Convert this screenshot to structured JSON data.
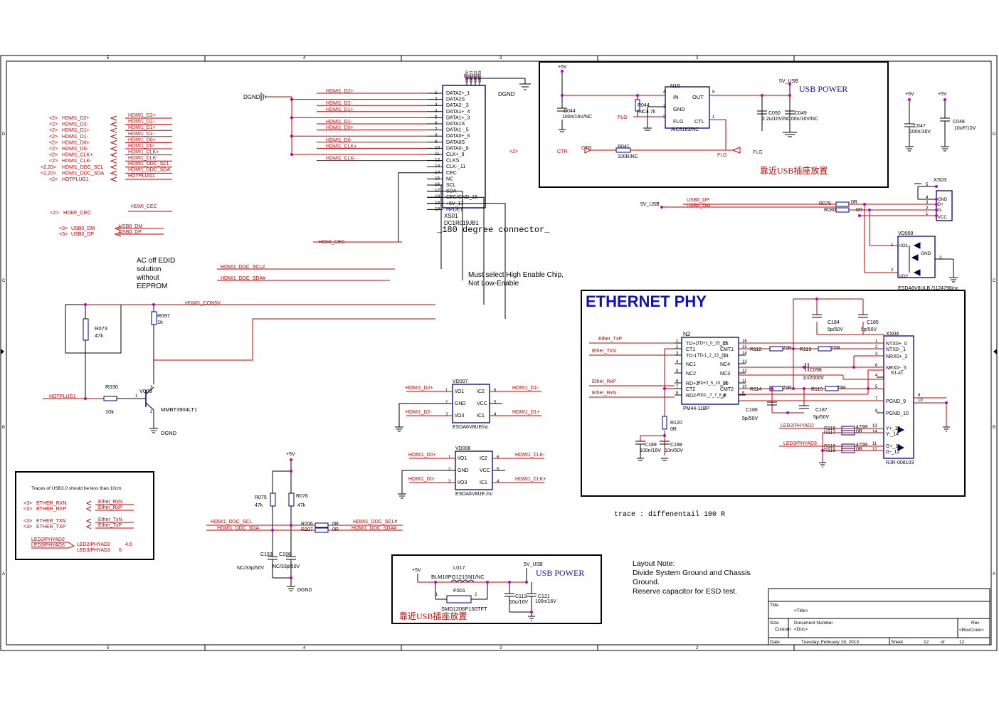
{
  "frame": {
    "col_numbers": [
      "5",
      "4",
      "3",
      "2"
    ],
    "row_letters": [
      "D",
      "C",
      "B",
      "A"
    ]
  },
  "colors": {
    "wire": "#c00000",
    "body": "#000080",
    "pin": "#000000",
    "junction": "#c000c0",
    "power": "#c000c0",
    "note": "#000000",
    "blue_title": "#1010c0"
  },
  "hdmi": {
    "connector_ref": "XS01",
    "connector_part": "DC1R019JB1",
    "connector_note": "_180 degree connector_",
    "ground_label": "DGND",
    "ground_label_right": "DGND",
    "top_pins": [
      "20",
      "21",
      "22",
      "23"
    ],
    "top_pin_names": [
      "GND20",
      "GND21",
      "GND22",
      "GND23"
    ],
    "pins": [
      {
        "num": "1",
        "name": "DATA2+_1",
        "net": "HDMI1_D2+"
      },
      {
        "num": "2",
        "name": "DATA2S",
        "net": ""
      },
      {
        "num": "3",
        "name": "DATA2-_3",
        "net": "HDMI1_D2-"
      },
      {
        "num": "4",
        "name": "DATA1+_4",
        "net": "HDMI1_D1+"
      },
      {
        "num": "5",
        "name": "DATA1+_3",
        "net": ""
      },
      {
        "num": "6",
        "name": "DATA1S",
        "net": "HDMI1_D1-"
      },
      {
        "num": "7",
        "name": "DATA1-_5",
        "net": "HDMI1_D0+"
      },
      {
        "num": "8",
        "name": "DATA0+_6",
        "net": ""
      },
      {
        "num": "9",
        "name": "DATA0S",
        "net": "HDMI1_D0-"
      },
      {
        "num": "10",
        "name": "DATA0-_8",
        "net": "HDMI1_CLK+"
      },
      {
        "num": "11",
        "name": "CLK+_9",
        "net": ""
      },
      {
        "num": "12",
        "name": "CLKS",
        "net": "HDMI1_CLK-"
      },
      {
        "num": "13",
        "name": "CLK-_11",
        "net": ""
      },
      {
        "num": "14",
        "name": "CEC",
        "net": ""
      },
      {
        "num": "15",
        "name": "NC",
        "net": ""
      },
      {
        "num": "16",
        "name": "SCL",
        "net": ""
      },
      {
        "num": "17",
        "name": "SDA",
        "net": ""
      },
      {
        "num": "18",
        "name": "CEC/GND_16",
        "net": ""
      },
      {
        "num": "19",
        "name": "+5V_17",
        "net": ""
      },
      {
        "num": "",
        "name": "HPDET",
        "net": ""
      }
    ],
    "offpage_left": [
      {
        "ref": "<2>",
        "net": "HDMI1_D2+",
        "line": "HDMI1_D2+"
      },
      {
        "ref": "<2>",
        "net": "HDMI1_D2-",
        "line": "HDMI1_D2-"
      },
      {
        "ref": "<2>",
        "net": "HDMI1_D1+",
        "line": "HDMI1_D1+"
      },
      {
        "ref": "<2>",
        "net": "HDMI1_D1-",
        "line": "HDMI1_D1-"
      },
      {
        "ref": "<2>",
        "net": "HDMI1_D0+",
        "line": "HDMI1_D0+"
      },
      {
        "ref": "<2>",
        "net": "HDMI1_D0-",
        "line": "HDMI1_D0-"
      },
      {
        "ref": "<2>",
        "net": "HDMI1_CLK+",
        "line": "HDMI1_CLK+"
      },
      {
        "ref": "<2>",
        "net": "HDMI1_CLK-",
        "line": "HDMI1_CLK-"
      },
      {
        "ref": "<2,20>",
        "net": "HDMI1_DDC_SCL",
        "line": "HDMI1_DDC_SCL"
      },
      {
        "ref": "<2,20>",
        "net": "HDMI1_DDC_SDA",
        "line": "HDMI1_DDC_SDA"
      },
      {
        "ref": "<2>",
        "net": "HOTPLUG1",
        "line": "HOTPLUG1"
      }
    ],
    "cec_offpage": {
      "ref": "<2>",
      "net": "HDMI_CEC",
      "line": "HDMI_CEC"
    },
    "cec_wire_label": "HDMI_CEC",
    "usb_offpage": [
      {
        "ref": "<3>",
        "net": "USB0_DM",
        "line": "USB0_DM"
      },
      {
        "ref": "<3>",
        "net": "USB0_DP",
        "line": "USB0_DP"
      }
    ],
    "ddc_scl_label": "HDMI1_DDC_SCL#",
    "ddc_sda_label": "HDMI1_DDC_SDA#",
    "con5v_label": "HDMI1_CON5V",
    "note_edid": [
      "AC off EDID",
      "solution",
      "without",
      "EEPROM"
    ],
    "note_enable": [
      "Must select High Enable Chip,",
      "Not Low-Enable"
    ],
    "ref_mark": "<2>"
  },
  "hotplug": {
    "r073_ref": "R073",
    "r073_val": "47k",
    "r097_ref": "R097",
    "r097_val": "1k",
    "r030_ref": "R030",
    "r030_val": "10k",
    "q_ref": "V009",
    "q_part": "MMBT3904LT1",
    "net": "HOTPLUG1",
    "pin1": "1",
    "pin2": "2",
    "pin3": "3",
    "gnd": "DGND"
  },
  "usbpower": {
    "vcc": "+5V",
    "ic_ref": "N16",
    "ic_part": "AIC6163/NC",
    "pins": {
      "in": "IN",
      "gnd": "GND",
      "flg": "FLG",
      "out": "OUT",
      "ctl": "CTL"
    },
    "pin_nums": {
      "in": "4",
      "gnd": "2",
      "flg": "3",
      "out": "5",
      "ctl": "1"
    },
    "c044": {
      "ref": "C044",
      "val": "100n/16V/NC"
    },
    "r044": {
      "ref": "R044",
      "val": "/NC4.7k"
    },
    "flg_label": "FLG",
    "ctr_label": "CTR",
    "ctr_wire": "CTR",
    "r041": {
      "ref": "R041",
      "val": "100R/NC"
    },
    "flg_out_label": "FLG",
    "flg_in_label": "FLG",
    "out_net": "5V_USB",
    "title": "USB POWER",
    "c050": {
      "ref": "C050",
      "val": "2.2u/10V/NC"
    },
    "c049": {
      "ref": "C049",
      "val": "100n/16V/NC"
    },
    "cn_note": "靠近USB插座放置",
    "ref_mark": "<2>"
  },
  "caps_right": {
    "vcc1": "+5V",
    "vcc2": "+5V",
    "c047": {
      "ref": "C047",
      "val": "100n/16V"
    },
    "c048": {
      "ref": "C048",
      "val": "10uF/10V"
    }
  },
  "usbconn": {
    "ref": "XS03",
    "pins": [
      "4",
      "3",
      "2",
      "1",
      "5"
    ],
    "pin_names": [
      "GND",
      "D+",
      "D-",
      "VCC"
    ],
    "vbus": "5V_USB",
    "dp_net": "USB0_DP",
    "dm_net": "USB0_DM",
    "r079": {
      "ref": "R079",
      "val": "0R"
    },
    "r080": {
      "ref": "R080",
      "val": "0R"
    },
    "esd": {
      "ref": "VD009",
      "part": "ESDA6V8ULB /1124798/nc",
      "pin_io1": "I/O1",
      "pin_io2": "I/O2",
      "pin_gnd": "GND",
      "n1": "1",
      "n2": "2",
      "n3": "3"
    }
  },
  "esd_hdmi": [
    {
      "ref": "VD007",
      "part": "ESDA6V8UE/nc",
      "l1": "HDMI1_D2+",
      "l2": "HDMI1_D2-",
      "r1": "HDMI1_D1-",
      "r2": "HDMI1_D1+",
      "p": [
        "1",
        "2",
        "3",
        "6",
        "5",
        "4"
      ],
      "names": [
        "I/O1",
        "GND",
        "I/O3",
        "IC2",
        "VCC",
        "IC1"
      ]
    },
    {
      "ref": "VD008",
      "part": "ESDA6V8UE /nc",
      "l1": "HDMI1_D0+",
      "l2": "HDMI1_D0-",
      "r1": "HDMI1_CLK-",
      "r2": "HDMI1_CLK+",
      "p": [
        "1",
        "2",
        "3",
        "6",
        "5",
        "4"
      ],
      "names": [
        "I/O1",
        "GND",
        "I/O3",
        "IC2",
        "VCC",
        "IC1"
      ]
    }
  ],
  "ddc": {
    "vcc": "+5V",
    "r075": {
      "ref": "R075",
      "val": "47k"
    },
    "r076": {
      "ref": "R076",
      "val": "47k"
    },
    "r206": {
      "ref": "R206",
      "val": "0R"
    },
    "r207": {
      "ref": "R207",
      "val": "0R"
    },
    "scl_left": "HDMI1_DDC_SCL",
    "sda_left": "HDMI1_DDC_SDA",
    "scl_right": "HDMI1_DDC_SCL#",
    "sda_right": "HDMI1_DDC_SDA#",
    "c153": {
      "ref": "C153",
      "val": "NC/33p/50V"
    },
    "c156": {
      "ref": "C156",
      "val": "NC/33p/50V"
    },
    "gnd": "DGND"
  },
  "ether_box": {
    "note": "Traces of USB3.0 should  be less than 10cm.",
    "rows": [
      {
        "ref": "<3>",
        "net": "ETHER_RXN",
        "line": "Ether_RxN"
      },
      {
        "ref": "<3>",
        "net": "ETHER_RXP",
        "line": "Ether_RxP"
      },
      {
        "ref": "<3>",
        "net": "ETHER_TXN",
        "line": "Ether_TxN"
      },
      {
        "ref": "<3>",
        "net": "ETHER_TXP",
        "line": "Ether_TxP"
      }
    ],
    "led_left": [
      "LED2/PHYAD2",
      "LED3/PHYAD3"
    ],
    "led_right": [
      "LED2/PHYAD2",
      "LED3/PHYAD3"
    ],
    "led_refs": [
      "4,6",
      "6"
    ]
  },
  "fuse": {
    "vcc": "+5V",
    "l017": {
      "ref": "L017",
      "val": "BLM18PG121SN1/NC"
    },
    "f001": {
      "ref": "F001",
      "val": "SMD1206P150TFT"
    },
    "out_net": "5V_USB",
    "title": "USB POWER",
    "c113": {
      "ref": "C113",
      "val": "10u/16V"
    },
    "c121": {
      "ref": "C121",
      "val": "100n/16V"
    },
    "pin1": "1",
    "pin2": "2",
    "cn_note": "靠近USB插座放置"
  },
  "ethernet": {
    "title": "ETHERNET PHY",
    "trace_note": "trace : diffenentail 100 R",
    "xfmr_ref": "N2",
    "xfmr_part": "PM44-11BP",
    "xfmr_pins": [
      {
        "n": "1",
        "name": "TD+1"
      },
      {
        "n": "2",
        "name": "CT1"
      },
      {
        "n": "3",
        "name": "TD-1"
      },
      {
        "n": "4",
        "name": "NC1"
      },
      {
        "n": "5",
        "name": "NC2"
      },
      {
        "n": "6",
        "name": "RD+2"
      },
      {
        "n": "7",
        "name": "CT2"
      },
      {
        "n": "8",
        "name": "RD2-"
      }
    ],
    "xfmr_rpins": [
      {
        "n": "16",
        "name": "_15"
      },
      {
        "n": "15",
        "name": "CMT1"
      },
      {
        "n": "14",
        "name": "_13"
      },
      {
        "n": "13",
        "name": "NC4"
      },
      {
        "n": "12",
        "name": "NC3"
      },
      {
        "n": "11",
        "name": "_10"
      },
      {
        "n": "10",
        "name": "CMT2"
      },
      {
        "n": "9",
        "name": "_8"
      }
    ],
    "xfmr_inner": [
      "TD+1_0_15_15",
      "TD-1_2_13_13",
      "RD+2_5_10_10",
      "RD2-_7_7_8_8"
    ],
    "nets_left": [
      "Ether_TxP",
      "Ether_TxN",
      "Ether_RxP",
      "Ether_RxN"
    ],
    "r112": {
      "ref": "R112",
      "val": "75R"
    },
    "r113": {
      "ref": "R113",
      "val": "75R"
    },
    "r114": {
      "ref": "R114",
      "val": "75R"
    },
    "r115": {
      "ref": "R115",
      "val": "75R"
    },
    "c184": {
      "ref": "C184",
      "val": "5p/50V"
    },
    "c185": {
      "ref": "C185",
      "val": "5p/50V"
    },
    "c186": {
      "ref": "C186",
      "val": "5p/50V"
    },
    "c187": {
      "ref": "C187",
      "val": "5p/50V"
    },
    "c098": {
      "ref": "C098",
      "val": "1n/2000V"
    },
    "r120": {
      "ref": "R120",
      "val": "0R"
    },
    "c189": {
      "ref": "C189",
      "val": "100n/16V"
    },
    "c188": {
      "ref": "C188",
      "val": "10n/50V"
    },
    "jack_ref": "XS04",
    "jack_part": "RJR-008103",
    "jack_label": "RJ-45",
    "jack_pins": [
      {
        "n": "1",
        "name": "NTX0+_0"
      },
      {
        "n": "2",
        "name": "NTX0-_1"
      },
      {
        "n": "3",
        "name": "NRX0+_2"
      },
      {
        "n": "6",
        "name": "NRX0-_5"
      },
      {
        "n": "4",
        "name": "4"
      },
      {
        "n": "5",
        "name": "5"
      },
      {
        "n": "7",
        "name": "PGND_9"
      },
      {
        "n": "8",
        "name": "PGND_10"
      }
    ],
    "jack_rpins": [
      "9",
      "10"
    ],
    "led_pins": [
      "13",
      "14",
      "11",
      "12"
    ],
    "led_names": [
      "Y+_13",
      "Y-_14",
      "G+_11",
      "G-_12"
    ],
    "led_nets": [
      "LED2/PHYAD2",
      "LED3/PHYAD3"
    ],
    "r116": {
      "ref": "R116",
      "val": "470R"
    },
    "r117": {
      "ref": "R117",
      "val": "0R"
    },
    "r119": {
      "ref": "R119",
      "val": "470R"
    },
    "r118": {
      "ref": "R118",
      "val": "0R"
    }
  },
  "layout_note": [
    "Layout Note:",
    "Divide System Ground and Chassis",
    "Ground.",
    "Reserve capacitor for   ESD test."
  ],
  "titleblock": {
    "title_label": "Title",
    "title_value": "<Title>",
    "size_label": "Size",
    "size_value": "Custom",
    "doc_label": "Document Number",
    "doc_value": "<Doc>",
    "rev_label": "Rev",
    "rev_value": "<RevCode>",
    "date_label": "Date:",
    "date_value": "Tuesday, February 19, 2013",
    "sheet_label": "Sheet",
    "sheet_num": "12",
    "of_label": "of",
    "sheet_total": "12"
  }
}
